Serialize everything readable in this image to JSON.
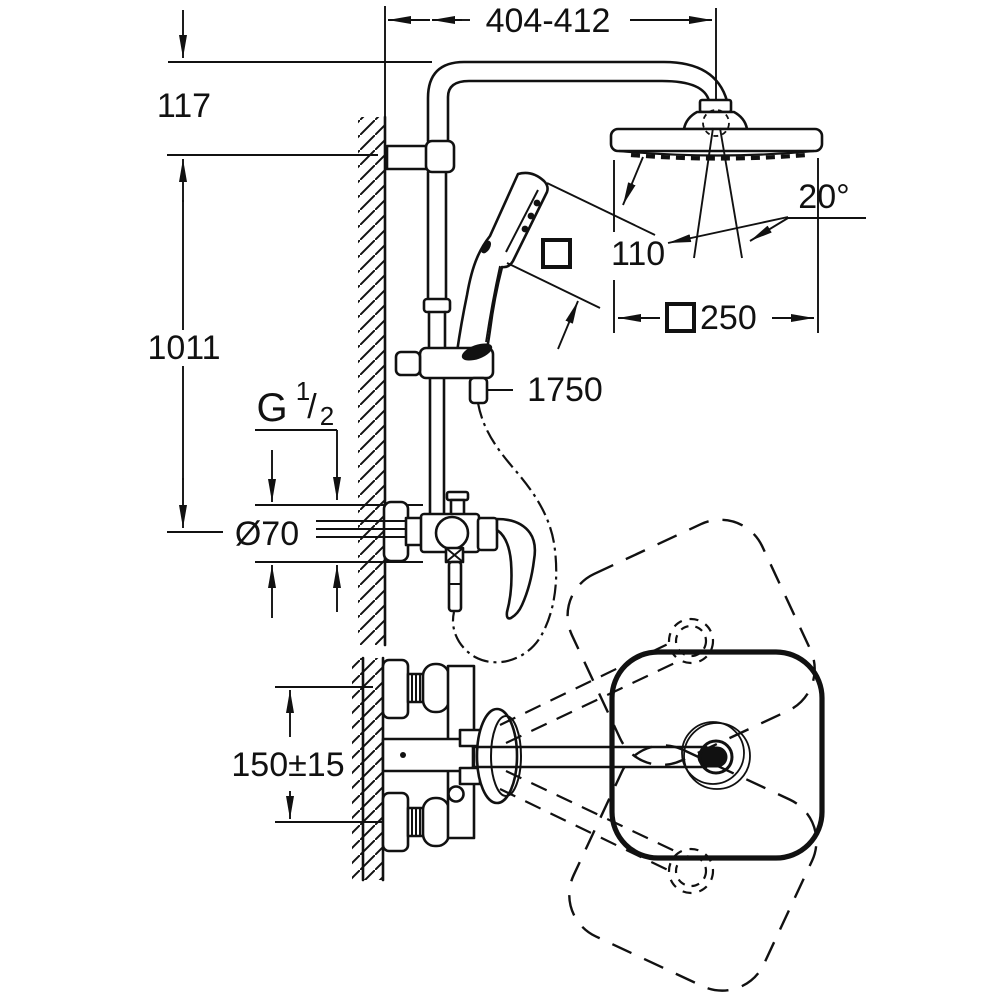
{
  "title": "Shower system dimensional drawing",
  "dimensions": {
    "arm_width": "404-412",
    "top_offset": "117",
    "rail_height": "1011",
    "thread_g": "G",
    "thread_num": "1",
    "thread_slash": "/",
    "thread_den": "2",
    "escutcheon_diameter": "Ø70",
    "hand_shower_size": "110",
    "head_shower_size": "250",
    "swivel_angle": "20°",
    "hose_length": "1750",
    "connection_spacing": "150±15"
  }
}
